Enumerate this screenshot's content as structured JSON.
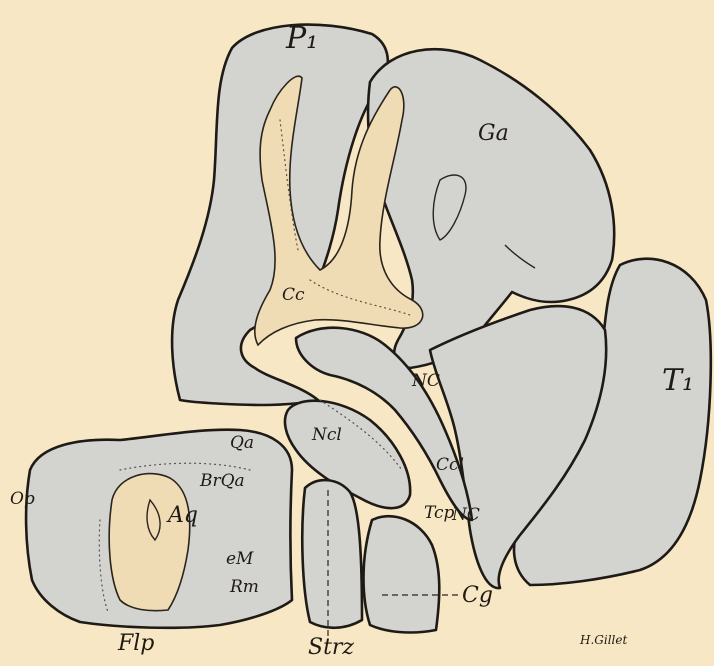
{
  "labels": {
    "p1": "P₁",
    "ga": "Ga",
    "t1": "T₁",
    "cc": "Cc",
    "nc_upper": "NC",
    "ncl": "Ncl",
    "ccl": "Ccl",
    "tcp": "Tcp",
    "nc_lower": "NC",
    "cg": "Cg",
    "qa": "Qa",
    "brqa": "BrQa",
    "op": "Op",
    "aq": "Aq",
    "em": "eM",
    "rm": "Rm",
    "flp": "Flp",
    "strz": "Strz",
    "signature": "H.Gillet"
  }
}
